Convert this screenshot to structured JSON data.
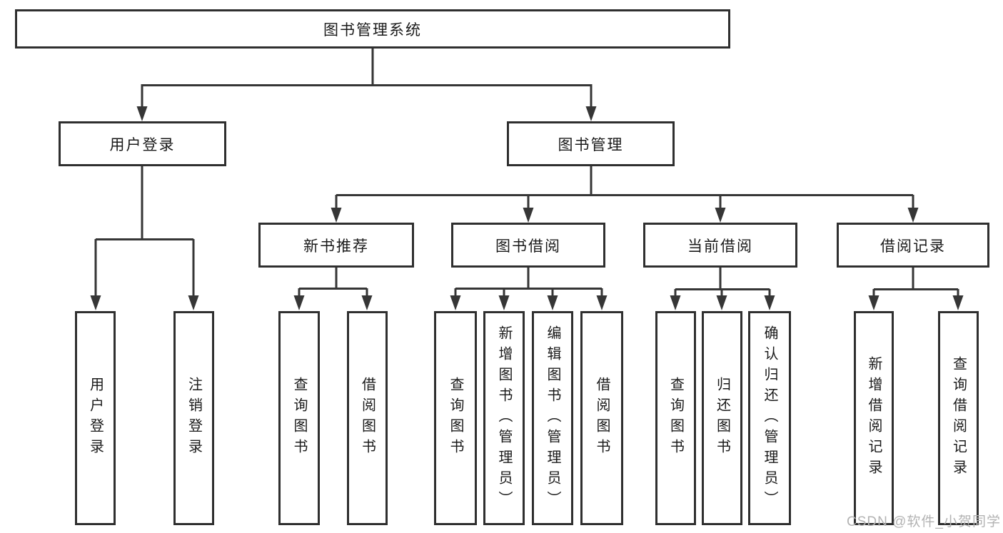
{
  "diagram": {
    "root": {
      "label": "图书管理系统"
    },
    "level2": {
      "user_login": {
        "label": "用户登录"
      },
      "book_management": {
        "label": "图书管理"
      }
    },
    "level3": {
      "new_book_recommend": {
        "label": "新书推荐"
      },
      "book_borrowing": {
        "label": "图书借阅"
      },
      "current_borrowing": {
        "label": "当前借阅"
      },
      "borrowing_records": {
        "label": "借阅记录"
      }
    },
    "leaves": {
      "user_login": {
        "label": "用户登录"
      },
      "logout": {
        "label": "注销登录"
      },
      "recommend_query_books": {
        "label": "查询图书"
      },
      "recommend_borrow_books": {
        "label": "借阅图书"
      },
      "borrowing_query_books": {
        "label": "查询图书"
      },
      "borrowing_add_books": {
        "label": "新增图书（管理员）"
      },
      "borrowing_edit_books": {
        "label": "编辑图书（管理员）"
      },
      "borrowing_borrow_books": {
        "label": "借阅图书"
      },
      "current_query_books": {
        "label": "查询图书"
      },
      "current_return_books": {
        "label": "归还图书"
      },
      "current_confirm_return": {
        "label": "确认归还（管理员）"
      },
      "records_add_record": {
        "label": "新增借阅记录"
      },
      "records_query_record": {
        "label": "查询借阅记录"
      }
    }
  },
  "watermark": {
    "text": "CSDN @软件_小贺同学"
  },
  "colors": {
    "line": "#363636",
    "border": "#2f2f2f",
    "text": "#1a1a1a",
    "watermark": "#b3b3b3",
    "background": "#ffffff"
  }
}
